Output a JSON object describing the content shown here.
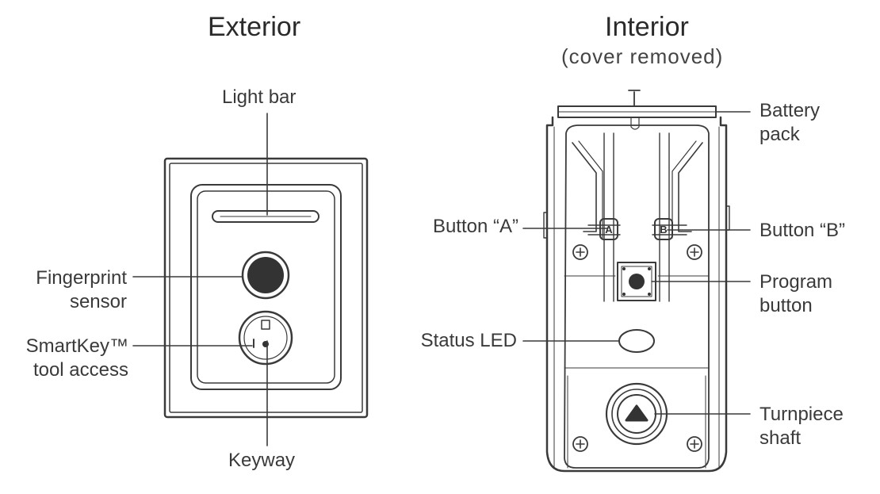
{
  "exterior": {
    "title": "Exterior",
    "labels": {
      "light_bar": "Light bar",
      "fingerprint_line1": "Fingerprint",
      "fingerprint_line2": "sensor",
      "smartkey_line1": "SmartKey™",
      "smartkey_line2": "tool access",
      "keyway": "Keyway"
    }
  },
  "interior": {
    "title": "Interior",
    "subtitle": "(cover removed)",
    "labels": {
      "battery_line1": "Battery",
      "battery_line2": "pack",
      "button_a": "Button “A”",
      "button_b": "Button “B”",
      "program_line1": "Program",
      "program_line2": "button",
      "status_led": "Status LED",
      "turnpiece_line1": "Turnpiece",
      "turnpiece_line2": "shaft"
    },
    "button_a_letter": "A",
    "button_b_letter": "B"
  }
}
